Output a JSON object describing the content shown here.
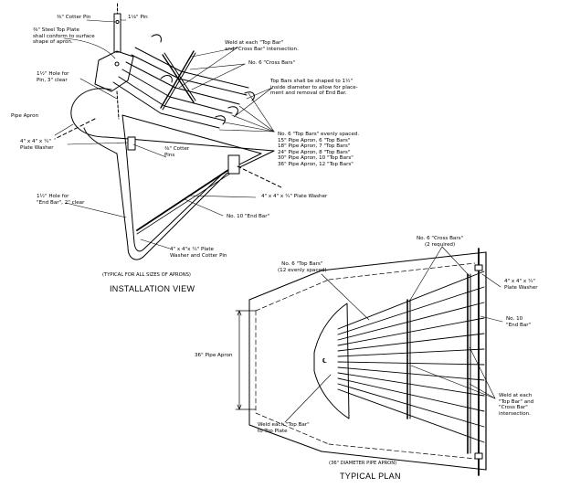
{
  "installation": {
    "cotter_pin": "⅜\" Cotter Pin",
    "pin": "1⅛\" Pin",
    "steel_top_plate": "⅜\" Steel Top Plate\nshall conform to surface\nshape of apron.",
    "weld_top_cross": "Weld at each \"Top Bar\"\nand \"Cross Bar\" intersection.",
    "cross_bars": "No. 6 \"Cross Bars\"",
    "hole_pin": "1½\" Hole for\nPin, 3\" clear",
    "top_bars_shaped": "Top Bars shall be shaped to 1½\"\ninside diameter to allow for place-\nment and removal of End Bar.",
    "pipe_apron": "Pipe Apron",
    "plate_washer_left": "4\" x 4\" x ¼\"\nPlate Washer",
    "top_bars_spaced": "No. 6 \"Top Bars\" evenly spaced.\n15\" Pipe Apron, 6 \"Top Bars\"\n18\" Pipe Apron, 7 \"Top Bars\"\n24\" Pipe Apron, 8 \"Top Bars\"\n30\" Pipe Apron, 10 \"Top Bars\"\n36\" Pipe Apron, 12 \"Top Bars\"",
    "cotter_pins": "⅜\" Cotter\nPins",
    "hole_end_bar": "1½\" Hole for\n\"End Bar\", 2\" clear",
    "plate_washer_right": "4\" x 4\" x ¼\" Plate Washer",
    "end_bar": "No. 10 \"End Bar\"",
    "washer_cotter": "4\" x 4\"x ¼\" Plate\nWasher and Cotter Pin",
    "typical_note": "(TYPICAL FOR ALL SIZES OF APRONS)",
    "title": "INSTALLATION VIEW"
  },
  "plan": {
    "cross_bars": "No. 6 \"Cross Bars\"\n(2 required)",
    "top_bars": "No. 6 \"Top Bars\"\n(12 evenly spaced)",
    "plate_washer": "4\" x 4\" x ¼\"\nPlate Washer",
    "end_bar": "No. 10\n\"End Bar\"",
    "pipe_apron": "36\" Pipe Apron",
    "cl": "℄",
    "weld_intersection": "Weld at each\n\"Top Bar\" and\n\"Cross Bar\"\nintersection.",
    "weld_top_plate": "Weld each \"Top Bar\"\nto Top Plate",
    "diameter_note": "(36\" DIAMETER PIPE APRON)",
    "title": "TYPICAL PLAN"
  }
}
